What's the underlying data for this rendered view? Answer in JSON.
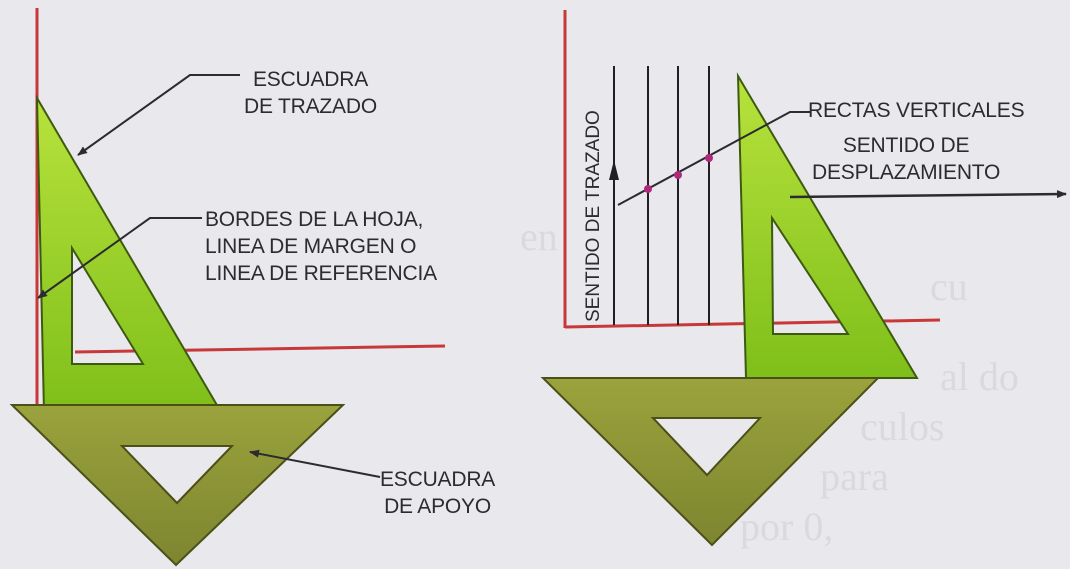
{
  "labels": {
    "escuadra_trazado": [
      "ESCUADRA",
      "DE TRAZADO"
    ],
    "bordes_hoja": [
      "BORDES DE LA HOJA,",
      "LINEA DE MARGEN O",
      "LINEA DE REFERENCIA"
    ],
    "escuadra_apoyo": [
      "ESCUADRA",
      "DE APOYO"
    ],
    "sentido_trazado": "SENTIDO DE TRAZADO",
    "rectas_verticales": "RECTAS VERTICALES",
    "sentido_desplazamiento": [
      "SENTIDO DE",
      "DESPLAZAMIENTO"
    ]
  },
  "colors": {
    "margin_line": "#c83838",
    "set_square_light": "#8fcc1e",
    "set_square_dark": "#8a9335",
    "ink": "#2b2b30",
    "marker": "#b0287c"
  }
}
